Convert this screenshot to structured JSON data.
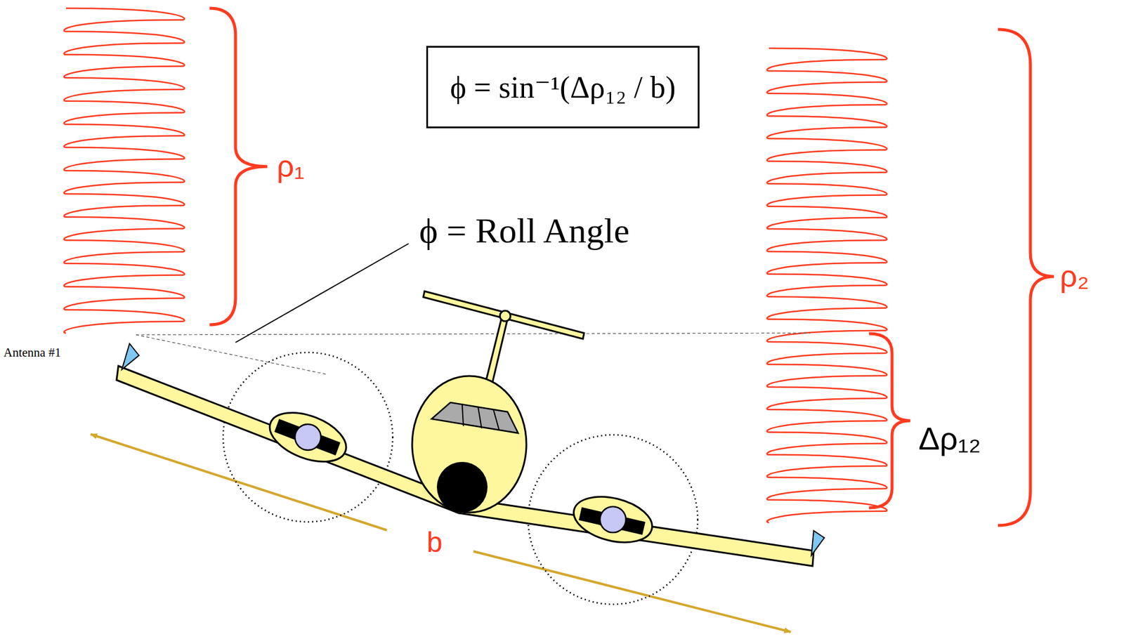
{
  "diagram": {
    "nodes": [
      {
        "text": [
          "ϕ = sin⁻¹(Δρ₁₂ / b)"
        ]
      }
    ],
    "labels": [
      "ρ₁",
      "ϕ = Roll Angle",
      "ρ₂",
      "Antenna #1",
      "Δρ₁₂",
      "b"
    ]
  }
}
